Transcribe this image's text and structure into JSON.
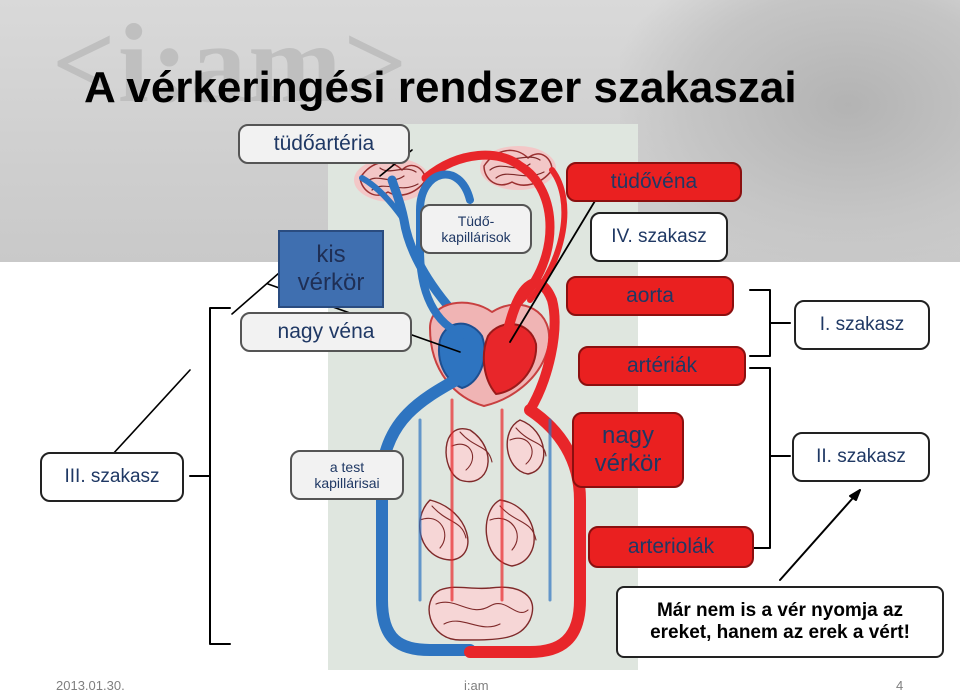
{
  "banner": {
    "logo_text": "<i:am>"
  },
  "title": "A vérkeringési rendszer szakaszai",
  "labels": {
    "tudoarteria": "tüdőartéria",
    "kis_verkor": "kis\nvérkör",
    "nagy_vena": "nagy véna",
    "tudokapillarisok": "Tüdő-\nkapillárisok",
    "tudovena": "tüdővéna",
    "iv_szakasz": "IV. szakasz",
    "aorta": "aorta",
    "arteriak": "artériák",
    "i_szakasz": "I. szakasz",
    "iii_szakasz": "III. szakasz",
    "test_kapillarisai": "a test\nkapillárisai",
    "nagy_verkor": "nagy\nvérkör",
    "ii_szakasz": "II. szakasz",
    "arteriolak": "arteriolák",
    "quote": "Már nem is a vér nyomja az\nereket, hanem az erek a vért!"
  },
  "footer": {
    "date": "2013.01.30.",
    "center": "i:am",
    "page": "4"
  },
  "colors": {
    "artery_red": "#e8262a",
    "vein_blue": "#2e74c0",
    "panel": "#dfe6df",
    "red_box": "#ea2020",
    "blue_box": "#3f6fb0"
  }
}
